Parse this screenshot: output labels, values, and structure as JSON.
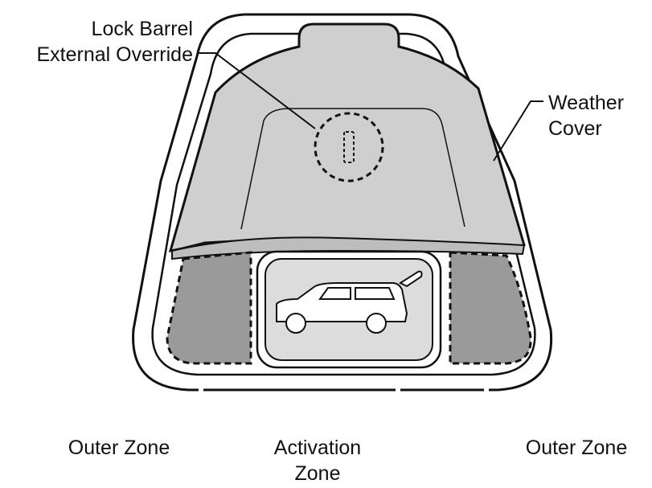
{
  "labels": {
    "lock_barrel_line1": "Lock Barrel",
    "lock_barrel_line2": "External Override",
    "weather_cover_line1": "Weather",
    "weather_cover_line2": "Cover",
    "outer_zone_left": "Outer Zone",
    "activation_zone_line1": "Activation",
    "activation_zone_line2": "Zone",
    "outer_zone_right": "Outer Zone"
  },
  "colors": {
    "outline": "#111111",
    "cover_fill": "#cfcfcf",
    "outer_zone_fill": "#9a9a9a",
    "activation_fill": "#dcdcdc",
    "background": "#ffffff"
  },
  "icons": {
    "vehicle": "suv-tailgate-icon",
    "lock": "lock-barrel-icon"
  }
}
